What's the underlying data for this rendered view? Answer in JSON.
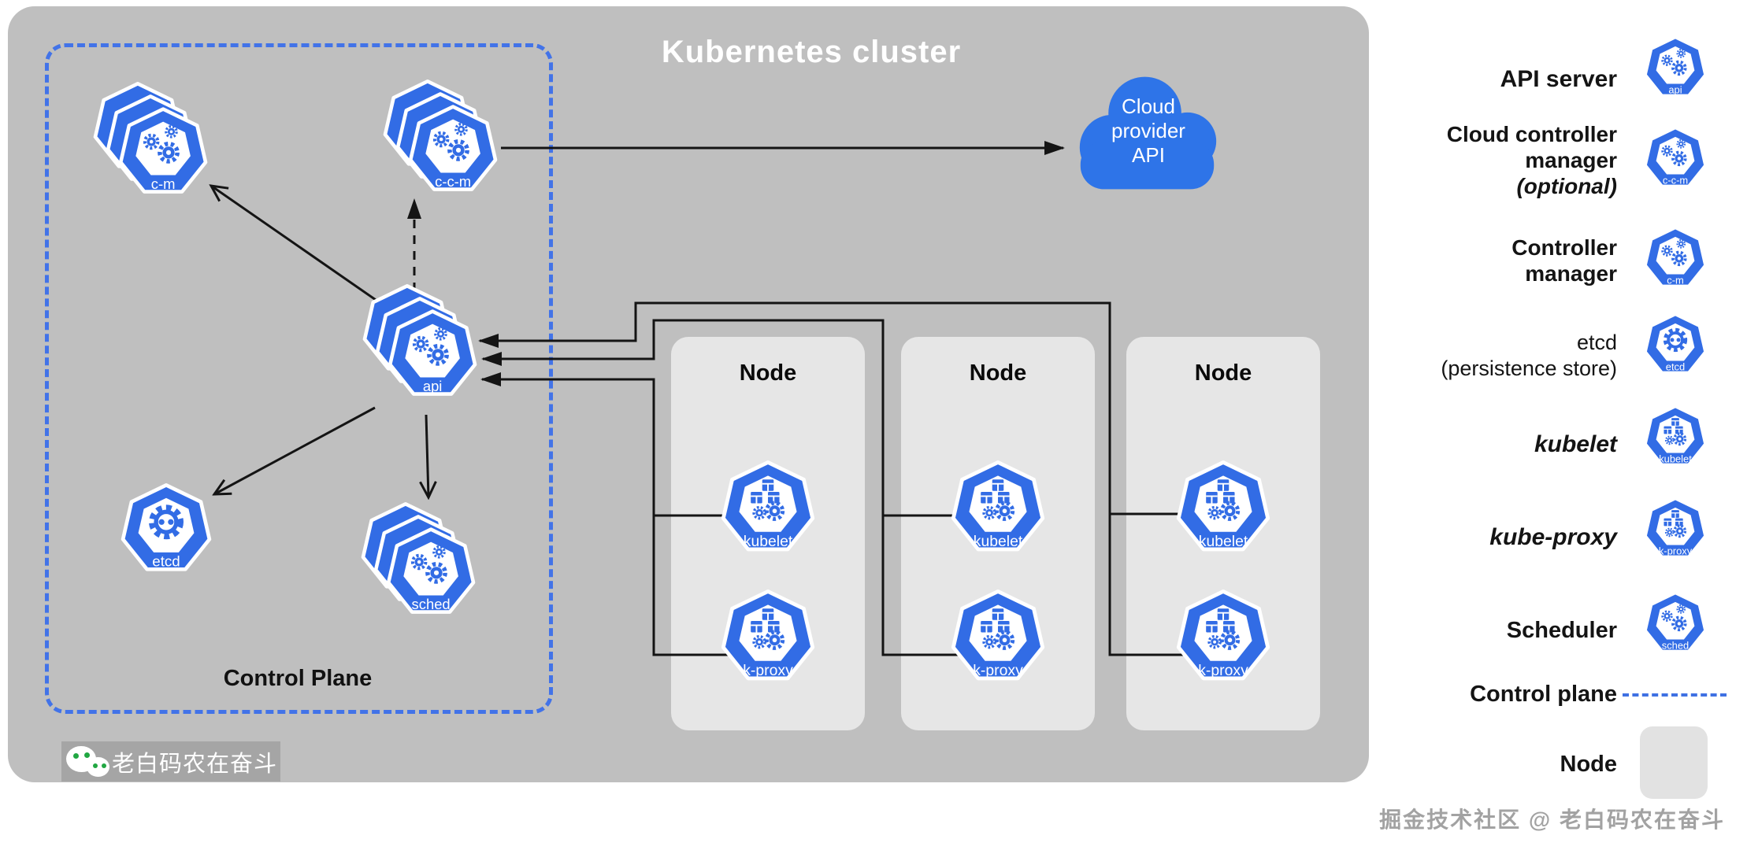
{
  "title": "Kubernetes cluster",
  "cloud": {
    "label": "Cloud provider API"
  },
  "control_plane": {
    "label": "Control Plane"
  },
  "icons": {
    "api": {
      "label": "api",
      "glyph": "gears"
    },
    "c-m": {
      "label": "c-m",
      "glyph": "gears"
    },
    "c-c-m": {
      "label": "c-c-m",
      "glyph": "gears"
    },
    "etcd": {
      "label": "etcd",
      "glyph": "etcd"
    },
    "sched": {
      "label": "sched",
      "glyph": "gears"
    },
    "kubelet": {
      "label": "kubelet",
      "glyph": "boxes"
    },
    "k-proxy": {
      "label": "k-proxy",
      "glyph": "boxes"
    }
  },
  "nodes": [
    {
      "label": "Node",
      "components": [
        "kubelet",
        "k-proxy"
      ]
    },
    {
      "label": "Node",
      "components": [
        "kubelet",
        "k-proxy"
      ]
    },
    {
      "label": "Node",
      "components": [
        "kubelet",
        "k-proxy"
      ]
    }
  ],
  "legend": {
    "rows": [
      {
        "lines": [
          {
            "text": "API server"
          }
        ],
        "icon": "api"
      },
      {
        "lines": [
          {
            "text": "Cloud controller"
          },
          {
            "text": "manager"
          },
          {
            "text": "(optional)",
            "italic": true
          }
        ],
        "icon": "c-c-m"
      },
      {
        "lines": [
          {
            "text": "Controller"
          },
          {
            "text": "manager"
          }
        ],
        "icon": "c-m"
      },
      {
        "lines": [
          {
            "text": "etcd"
          },
          {
            "text": "(persistence store)"
          }
        ],
        "icon": "etcd"
      },
      {
        "lines": [
          {
            "text": "kubelet",
            "italic": true
          }
        ],
        "icon": "kubelet"
      },
      {
        "lines": [
          {
            "text": "kube-proxy",
            "italic": true
          }
        ],
        "icon": "k-proxy"
      },
      {
        "lines": [
          {
            "text": "Scheduler"
          }
        ],
        "icon": "sched"
      },
      {
        "lines": [
          {
            "text": "Control plane"
          }
        ],
        "swatch": "dash"
      },
      {
        "lines": [
          {
            "text": "Node"
          }
        ],
        "swatch": "box"
      }
    ]
  },
  "watermark": {
    "text": "老白码农在奋斗"
  },
  "credit": {
    "text": "掘金技术社区 @ 老白码农在奋斗"
  },
  "colors": {
    "k8s_blue": "#326CE5",
    "cloud_blue": "#2E74E8",
    "dash_blue": "#3F71E3",
    "panel_gray": "#BFBFBF",
    "node_gray": "#E6E6E6",
    "band_gray": "#A5A5A5",
    "line": "#141414",
    "wechat_green": "#21A742"
  }
}
